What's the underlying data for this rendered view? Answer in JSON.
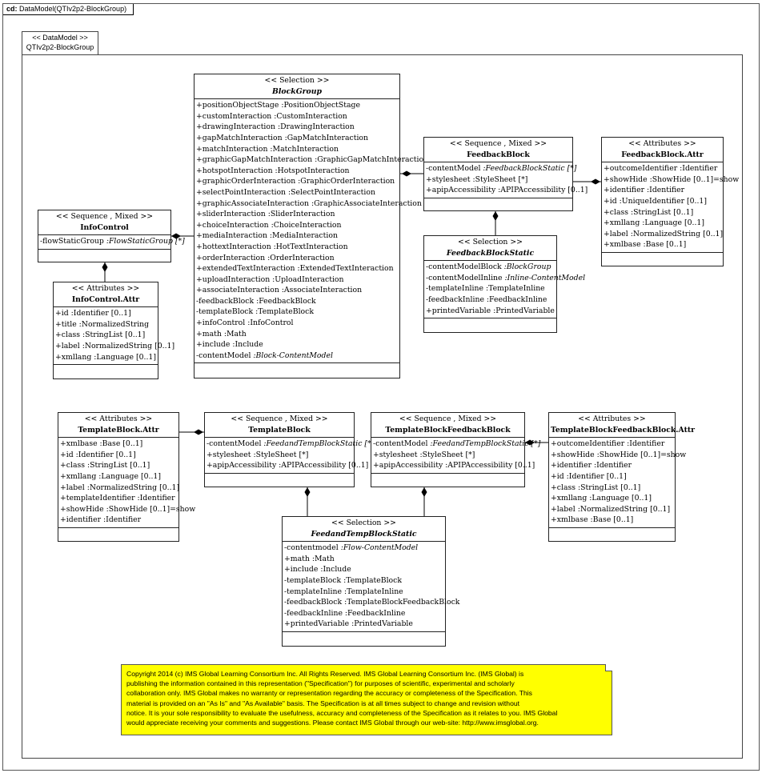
{
  "frame": {
    "prefix": "cd:",
    "title": "DataModel(QTIv2p2-BlockGroup)"
  },
  "package": {
    "stereotype": "<< DataModel >>",
    "name": "QTIv2p2-BlockGroup"
  },
  "classes": {
    "blockgroup": {
      "stereotype": "<< Selection >>",
      "name": "BlockGroup",
      "attrs": [
        [
          "+positionObjectStage",
          " :PositionObjectStage"
        ],
        [
          "+customInteraction",
          " :CustomInteraction"
        ],
        [
          "+drawingInteraction",
          " :DrawingInteraction"
        ],
        [
          "+gapMatchInteraction",
          " :GapMatchInteraction"
        ],
        [
          "+matchInteraction",
          " :MatchInteraction"
        ],
        [
          "+graphicGapMatchInteraction",
          " :GraphicGapMatchInteraction"
        ],
        [
          "+hotspotInteraction",
          " :HotspotInteraction"
        ],
        [
          "+graphicOrderInteraction",
          " :GraphicOrderInteraction"
        ],
        [
          "+selectPointInteraction",
          " :SelectPointInteraction"
        ],
        [
          "+graphicAssociateInteraction",
          " :GraphicAssociateInteraction"
        ],
        [
          "+sliderInteraction",
          " :SliderInteraction"
        ],
        [
          "+choiceInteraction",
          " :ChoiceInteraction"
        ],
        [
          "+mediaInteraction",
          " :MediaInteraction"
        ],
        [
          "+hottextInteraction",
          " :HotTextInteraction"
        ],
        [
          "+orderInteraction",
          " :OrderInteraction"
        ],
        [
          "+extendedTextInteraction",
          " :ExtendedTextInteraction"
        ],
        [
          "+uploadInteraction",
          " :UploadInteraction"
        ],
        [
          "+associateInteraction",
          " :AssociateInteraction"
        ],
        [
          "-feedbackBlock",
          " :FeedbackBlock"
        ],
        [
          "-templateBlock",
          " :TemplateBlock"
        ],
        [
          "+infoControl",
          " :InfoControl"
        ],
        [
          "+math",
          " :Math"
        ],
        [
          "+include",
          " :Include"
        ],
        [
          "-contentModel",
          " :Block-ContentModel"
        ]
      ]
    },
    "infocontrol": {
      "stereotype": "<< Sequence , Mixed >>",
      "name": "InfoControl",
      "attrs": [
        [
          "-flowStaticGroup",
          " :FlowStaticGroup [*]"
        ]
      ]
    },
    "infocontrolattr": {
      "stereotype": "<< Attributes >>",
      "name": "InfoControl.Attr",
      "attrs": [
        [
          "+id",
          " :Identifier [0..1]"
        ],
        [
          "+title",
          " :NormalizedString"
        ],
        [
          "+class",
          " :StringList [0..1]"
        ],
        [
          "+label",
          " :NormalizedString [0..1]"
        ],
        [
          "+xmllang",
          " :Language [0..1]"
        ]
      ]
    },
    "feedbackblock": {
      "stereotype": "<< Sequence , Mixed >>",
      "name": "FeedbackBlock",
      "attrs": [
        [
          "-contentModel",
          " :FeedbackBlockStatic [*]"
        ],
        [
          "+stylesheet",
          " :StyleSheet [*]"
        ],
        [
          "+apipAccessibility",
          " :APIPAccessibility [0..1]"
        ]
      ]
    },
    "feedbackblockattr": {
      "stereotype": "<< Attributes >>",
      "name": "FeedbackBlock.Attr",
      "attrs": [
        [
          "+outcomeIdentifier",
          " :Identifier"
        ],
        [
          "+showHide",
          " :ShowHide [0..1]=show"
        ],
        [
          "+identifier",
          " :Identifier"
        ],
        [
          "+id",
          " :UniqueIdentifier [0..1]"
        ],
        [
          "+class",
          " :StringList [0..1]"
        ],
        [
          "+xmllang",
          " :Language [0..1]"
        ],
        [
          "+label",
          " :NormalizedString [0..1]"
        ],
        [
          "+xmlbase",
          " :Base [0..1]"
        ]
      ]
    },
    "feedbackblockstatic": {
      "stereotype": "<< Selection >>",
      "name": "FeedbackBlockStatic",
      "attrs": [
        [
          "-contentModelBlock",
          " :BlockGroup"
        ],
        [
          "-contentModelInline",
          " :Inline-ContentModel"
        ],
        [
          "-templateInline",
          " :TemplateInline"
        ],
        [
          "-feedbackInline",
          " :FeedbackInline"
        ],
        [
          "+printedVariable",
          " :PrintedVariable"
        ]
      ]
    },
    "templateblockattr": {
      "stereotype": "<< Attributes >>",
      "name": "TemplateBlock.Attr",
      "attrs": [
        [
          "+xmlbase",
          " :Base [0..1]"
        ],
        [
          "+id",
          " :Identifier [0..1]"
        ],
        [
          "+class",
          " :StringList [0..1]"
        ],
        [
          "+xmllang",
          " :Language [0..1]"
        ],
        [
          "+label",
          " :NormalizedString [0..1]"
        ],
        [
          "+templateIdentifier",
          " :Identifier"
        ],
        [
          "+showHide",
          " :ShowHide [0..1]=show"
        ],
        [
          "+identifier",
          " :Identifier"
        ]
      ]
    },
    "templateblock": {
      "stereotype": "<< Sequence , Mixed >>",
      "name": "TemplateBlock",
      "attrs": [
        [
          "-contentModel",
          " :FeedandTempBlockStatic [*]"
        ],
        [
          "+stylesheet",
          " :StyleSheet [*]"
        ],
        [
          "+apipAccessibility",
          " :APIPAccessibility [0..1]"
        ]
      ]
    },
    "templateblockfeedbackblock": {
      "stereotype": "<< Sequence , Mixed >>",
      "name": "TemplateBlockFeedbackBlock",
      "attrs": [
        [
          "-contentModel",
          " :FeedandTempBlockStatic [*]"
        ],
        [
          "+stylesheet",
          " :StyleSheet [*]"
        ],
        [
          "+apipAccessibility",
          " :APIPAccessibility [0..1]"
        ]
      ]
    },
    "templateblockfeedbackblockattr": {
      "stereotype": "<< Attributes >>",
      "name": "TemplateBlockFeedbackBlock.Attr",
      "attrs": [
        [
          "+outcomeIdentifier",
          " :Identifier"
        ],
        [
          "+showHide",
          " :ShowHide [0..1]=show"
        ],
        [
          "+identifier",
          " :Identifier"
        ],
        [
          "+id",
          " :Identifier [0..1]"
        ],
        [
          "+class",
          " :StringList [0..1]"
        ],
        [
          "+xmllang",
          " :Language [0..1]"
        ],
        [
          "+label",
          " :NormalizedString [0..1]"
        ],
        [
          "+xmlbase",
          " :Base [0..1]"
        ]
      ]
    },
    "feedandtempblockstatic": {
      "stereotype": "<< Selection >>",
      "name": "FeedandTempBlockStatic",
      "attrs": [
        [
          "-contentmodel",
          " :Flow-ContentModel"
        ],
        [
          "+math",
          " :Math"
        ],
        [
          "+include",
          " :Include"
        ],
        [
          "-templateBlock",
          " :TemplateBlock"
        ],
        [
          "-templateInline",
          " :TemplateInline"
        ],
        [
          "-feedbackBlock",
          " :TemplateBlockFeedbackBlock"
        ],
        [
          "-feedbackInline",
          " :FeedbackInline"
        ],
        [
          "+printedVariable",
          " :PrintedVariable"
        ]
      ]
    }
  },
  "note": {
    "lines": [
      "Copyright 2014 (c) IMS Global Learning Consortium Inc.  All Rights Reserved.  IMS Global Learning Consortium Inc. (IMS Global) is",
      "publishing the information contained in this representation (\"Specification\") for purposes of scientific, experimental and scholarly",
      "collaboration only.  IMS Global makes no warranty or representation regarding the accuracy or completeness of the Specification.  This",
      "material is provided on an \"As Is\" and \"As Available\" basis.  The Specification is at all times subject to change and revision without",
      "notice.  It is your sole responsibility to evaluate the usefulness, accuracy and completeness of the Specification as it relates to you.  IMS Global",
      "would appreciate receiving your comments and suggestions.  Please contact IMS Global through our web-site: http://www.imsglobal.org."
    ]
  }
}
